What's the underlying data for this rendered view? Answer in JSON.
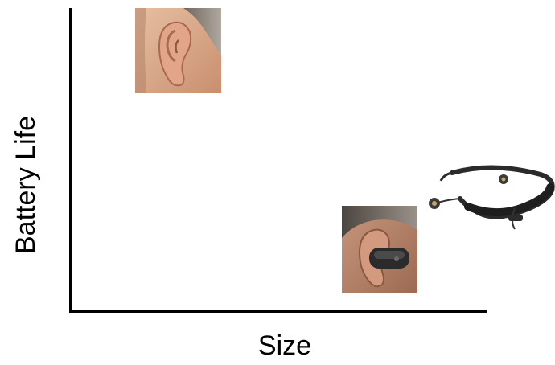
{
  "diagram": {
    "ylabel": "Battery Life",
    "xlabel": "Size",
    "items": [
      {
        "icon": "ear-photo-no-device",
        "size": "small",
        "battery_life": "high"
      },
      {
        "icon": "ear-photo-with-device",
        "size": "large",
        "battery_life": "low"
      },
      {
        "icon": "neckband-headset",
        "size": "large",
        "battery_life": "low"
      }
    ],
    "colors": {
      "axis": "#000000",
      "text": "#000000",
      "skin": "#d9a98a",
      "hair": "#8a8178",
      "device": "#2b2b2b"
    }
  }
}
